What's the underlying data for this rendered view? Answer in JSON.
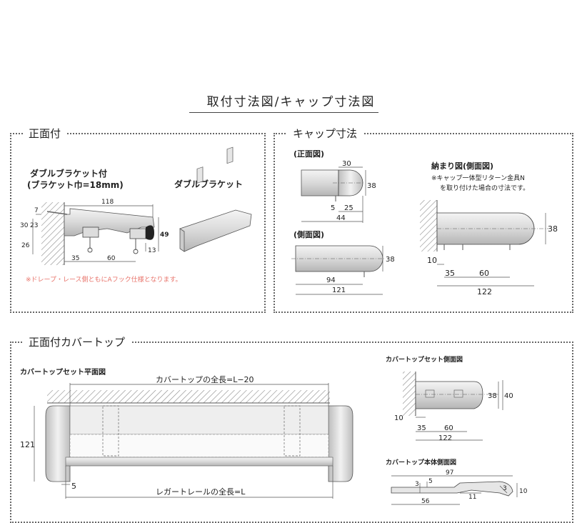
{
  "page_title": "取付寸法図/キャップ寸法図",
  "panels": {
    "front": {
      "label": "正面付"
    },
    "cap": {
      "label": "キャップ寸法"
    },
    "cover": {
      "label": "正面付カバートップ"
    }
  },
  "front": {
    "heading_line1": "ダブルブラケット付",
    "heading_line2": "(ブラケット巾=18mm)",
    "bracket_title": "ダブルブラケット",
    "note": "※ドレープ・レース側ともにAフック仕様となります。",
    "dims": {
      "d118": "118",
      "d7": "7",
      "d30": "30",
      "d23": "23",
      "d26": "26",
      "d49": "49",
      "d13": "13",
      "d35": "35",
      "d60": "60"
    },
    "colors": {
      "note": "#e8736a"
    }
  },
  "cap": {
    "front_view_title": "(正面図)",
    "side_view_title": "(側面図)",
    "installed_title": "納まり図(側面図)",
    "installed_note_line1": "※キャップ一体型リターン金具N",
    "installed_note_line2": "を取り付けた場合の寸法です。",
    "front_dims": {
      "d30": "30",
      "d38": "38",
      "d5": "5",
      "d25": "25",
      "d44": "44"
    },
    "side_dims": {
      "d38": "38",
      "d94": "94",
      "d121": "121"
    },
    "installed_dims": {
      "d38": "38",
      "d10": "10",
      "d35": "35",
      "d60": "60",
      "d122": "122"
    }
  },
  "cover": {
    "plan_title": "カバートップセット平面図",
    "plan_top_label": "カバートップの全長=L−20",
    "plan_bottom_label": "レガートレールの全長=L",
    "plan_dims": {
      "d121": "121",
      "d5": "5"
    },
    "set_side_title": "カバートップセット側面図",
    "set_side_dims": {
      "d38": "38",
      "d40": "40",
      "d10": "10",
      "d35": "35",
      "d60": "60",
      "d122": "122"
    },
    "body_side_title": "カバートップ本体側面図",
    "body_side_dims": {
      "d97": "97",
      "d3a": "3",
      "d5": "5",
      "d10": "10",
      "d3b": "3",
      "d11": "11",
      "d56": "56"
    }
  }
}
